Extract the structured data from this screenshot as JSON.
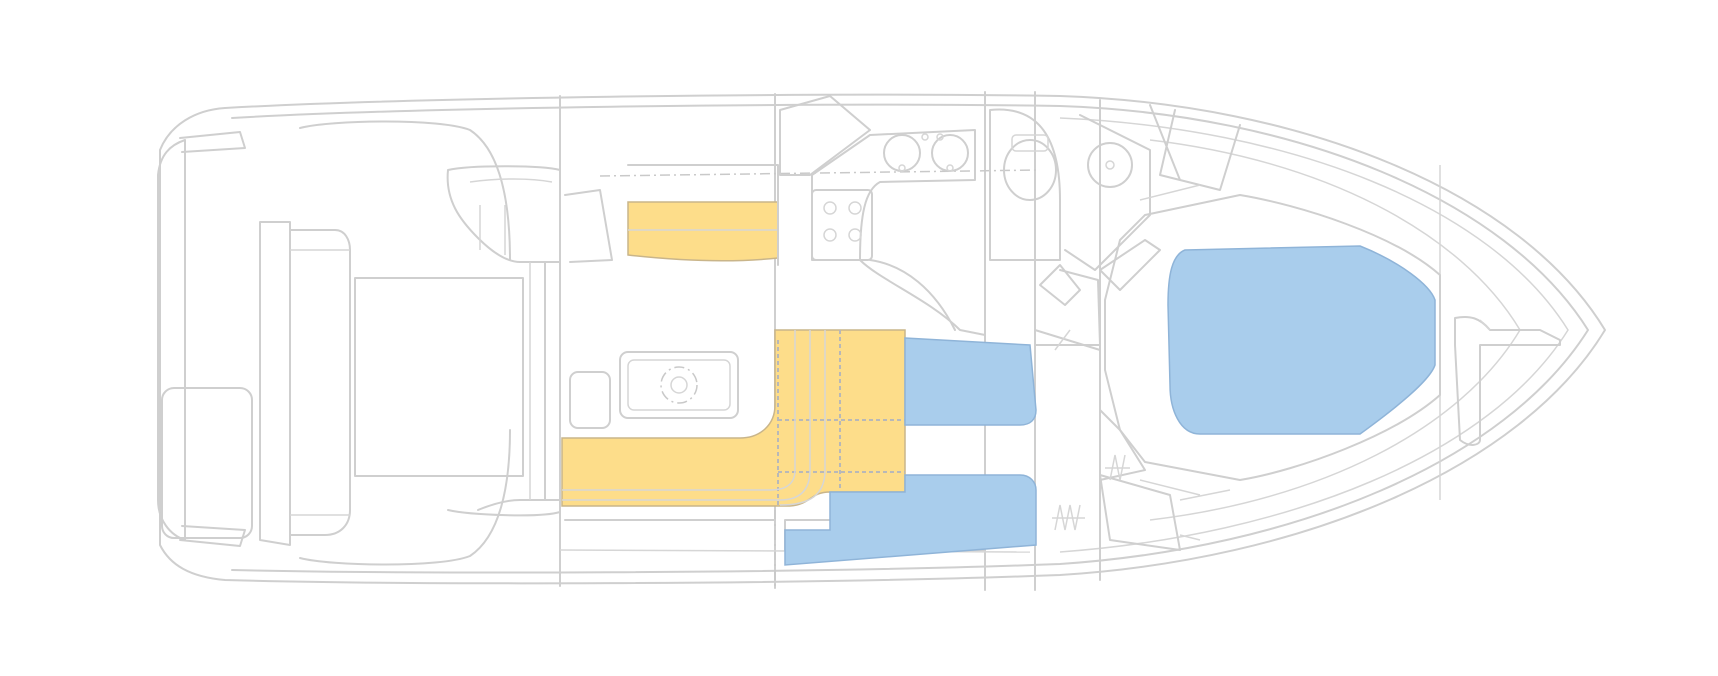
{
  "diagram": {
    "type": "boat-deck-plan",
    "view": "top-down",
    "colors": {
      "background": "#ffffff",
      "outline": "#cfcfcf",
      "seating": "#fddd8a",
      "berth": "#a9cdec"
    },
    "zones": [
      {
        "id": "stern-cockpit",
        "fill": "outline"
      },
      {
        "id": "cockpit-seat",
        "fill": "seating"
      },
      {
        "id": "salon-dinette",
        "fill": "seating"
      },
      {
        "id": "galley",
        "fill": "outline"
      },
      {
        "id": "midcabin-berth-upper",
        "fill": "berth"
      },
      {
        "id": "midcabin-berth-lower",
        "fill": "berth"
      },
      {
        "id": "head-compartment",
        "fill": "outline"
      },
      {
        "id": "v-berth",
        "fill": "berth"
      },
      {
        "id": "bow-anchor-locker",
        "fill": "outline"
      }
    ],
    "icons": [
      "stove-icon",
      "sink-icon",
      "toilet-icon",
      "shower-icon",
      "table-icon",
      "staircase-icon"
    ]
  }
}
